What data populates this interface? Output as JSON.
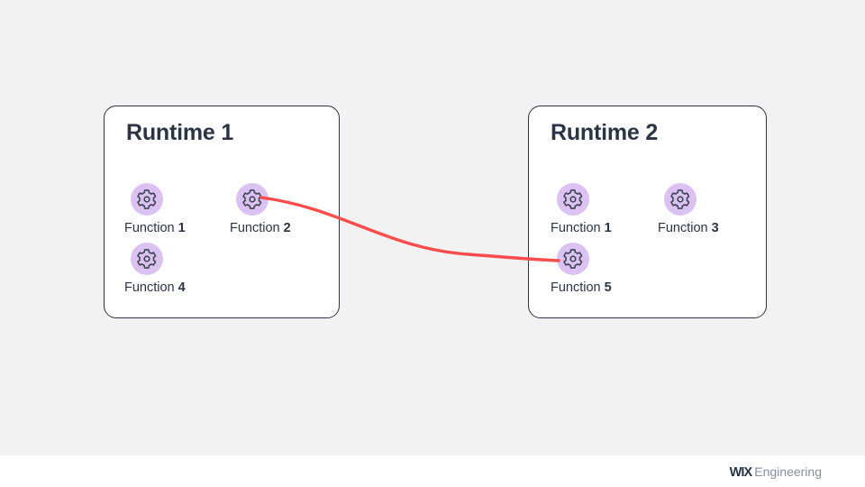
{
  "page": {
    "background_color": "#f2f2f3",
    "title": "Runtime function distribution diagram"
  },
  "diagram": {
    "type": "node-graph",
    "accent_colors": {
      "node_circle": "#dcc2f2",
      "node_icon_stroke": "#3c4453",
      "card_border": "#2b3445",
      "card_fill": "#ffffff",
      "connector": "#fb4c4c",
      "text": "#2b3445"
    },
    "cards": [
      {
        "id": "runtime-1",
        "title": "Runtime 1",
        "nodes": [
          {
            "id": "r1-f1",
            "icon": "gear-icon",
            "label_prefix": "Function",
            "label_number": "1"
          },
          {
            "id": "r1-f2",
            "icon": "gear-icon",
            "label_prefix": "Function",
            "label_number": "2"
          },
          {
            "id": "r1-f4",
            "icon": "gear-icon",
            "label_prefix": "Function",
            "label_number": "4"
          }
        ]
      },
      {
        "id": "runtime-2",
        "title": "Runtime 2",
        "nodes": [
          {
            "id": "r2-f1",
            "icon": "gear-icon",
            "label_prefix": "Function",
            "label_number": "1"
          },
          {
            "id": "r2-f3",
            "icon": "gear-icon",
            "label_prefix": "Function",
            "label_number": "3"
          },
          {
            "id": "r2-f5",
            "icon": "gear-icon",
            "label_prefix": "Function",
            "label_number": "5"
          }
        ]
      }
    ],
    "connectors": [
      {
        "id": "connector-f2-to-f5",
        "from": "r1-f2",
        "to": "r2-f5",
        "color": "#fb4c4c",
        "style": "curved"
      }
    ]
  },
  "footer": {
    "logo_mark": "WIX",
    "logo_sub": "Engineering"
  }
}
